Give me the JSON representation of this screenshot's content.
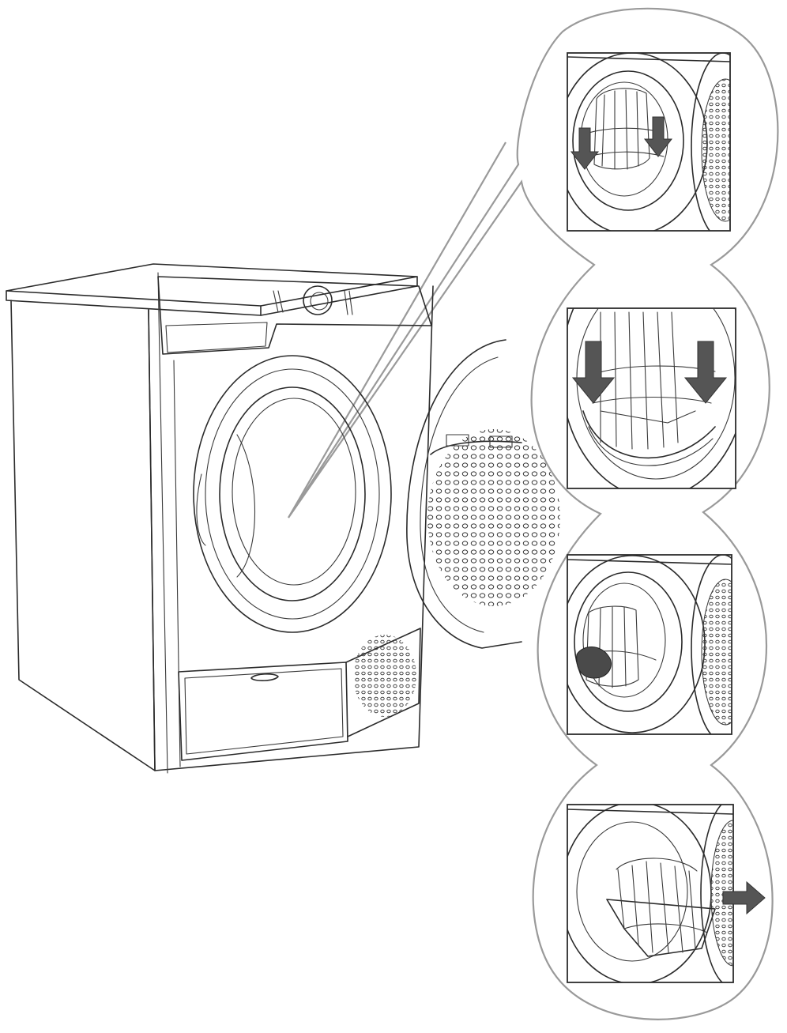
{
  "colors": {
    "line": "#2b2b2b",
    "arrow": "#555555",
    "callout_outline": "#9a9a9a",
    "background": "#ffffff"
  },
  "diagram": {
    "subject": "tumble-dryer-with-drying-rack",
    "steps": [
      {
        "id": "step-1",
        "icon": "arrow-down-icon",
        "arrow_count": 2
      },
      {
        "id": "step-2",
        "icon": "arrow-down-icon",
        "arrow_count": 2
      },
      {
        "id": "step-3",
        "icon": "shoe-icon",
        "arrow_count": 0
      },
      {
        "id": "step-4",
        "icon": "arrow-right-icon",
        "arrow_count": 1
      }
    ]
  }
}
